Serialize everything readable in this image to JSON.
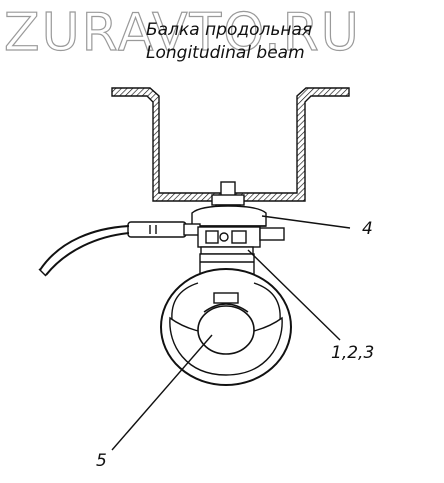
{
  "watermark": "ZURAVTO.RU",
  "title_ru": "Балка продольная",
  "title_en": "Longitudinal beam",
  "callouts": {
    "c4": "4",
    "c123": "1,2,3",
    "c5": "5"
  }
}
